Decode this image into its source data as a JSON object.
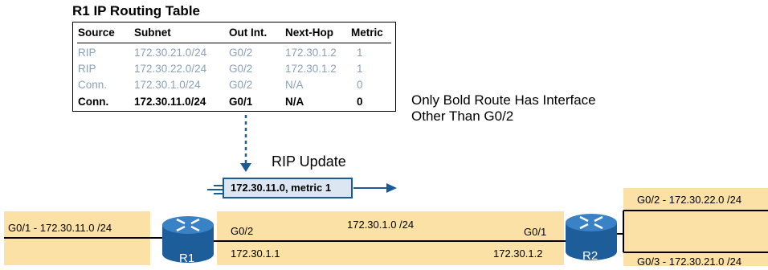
{
  "table": {
    "title": "R1 IP Routing Table",
    "headers": [
      "Source",
      "Subnet",
      "Out Int.",
      "Next-Hop",
      "Metric"
    ],
    "rows": [
      {
        "source": "RIP",
        "subnet": "172.30.21.0/24",
        "out_int": "G0/2",
        "next_hop": "172.30.1.2",
        "metric": "1",
        "bold": false
      },
      {
        "source": "RIP",
        "subnet": "172.30.22.0/24",
        "out_int": "G0/2",
        "next_hop": "172.30.1.2",
        "metric": "1",
        "bold": false
      },
      {
        "source": "Conn.",
        "subnet": "172.30.1.0/24",
        "out_int": "G0/2",
        "next_hop": "N/A",
        "metric": "0",
        "bold": false
      },
      {
        "source": "Conn.",
        "subnet": "172.30.11.0/24",
        "out_int": "G0/1",
        "next_hop": "N/A",
        "metric": "0",
        "bold": true
      }
    ]
  },
  "note": {
    "line1": "Only Bold Route Has Interface",
    "line2": "Other Than G0/2"
  },
  "update": {
    "title": "RIP Update",
    "content": "172.30.11.0, metric 1"
  },
  "topology": {
    "r1": {
      "name": "R1",
      "left_label": "G0/1 - 172.30.11.0 /24",
      "g02": "G0/2",
      "ip": "172.30.1.1"
    },
    "link": {
      "subnet": "172.30.1.0 /24"
    },
    "r2": {
      "name": "R2",
      "g01": "G0/1",
      "ip": "172.30.1.2",
      "top_label": "G0/2 - 172.30.22.0 /24",
      "bottom_label": "G0/3 - 172.30.21.0 /24"
    }
  },
  "colors": {
    "band": "#fbe1a5",
    "router": "#2a6fb0",
    "accent": "#1a5a95",
    "gray_text": "#8aa0b8"
  }
}
